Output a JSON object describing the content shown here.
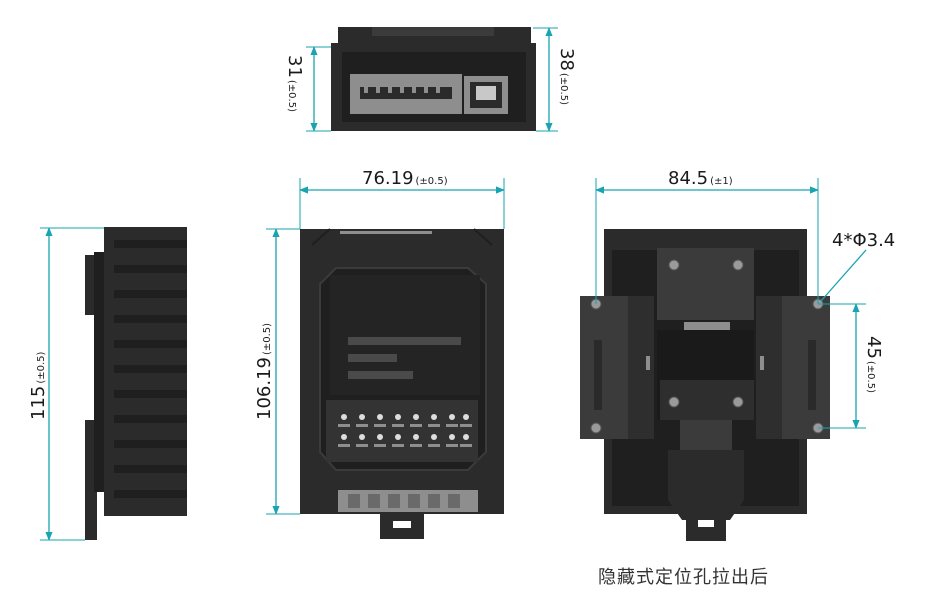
{
  "colors": {
    "body": "#2b2b2b",
    "body_dark": "#1f1f1f",
    "body_light": "#3b3b3b",
    "dimension_line": "#1aa3b0",
    "terminal": "#8e8e8e",
    "text": "#1a1a1a"
  },
  "dimensions": {
    "top_view_left": {
      "value": "31",
      "tolerance": "(±0.5)"
    },
    "top_view_right": {
      "value": "38",
      "tolerance": "(±0.5)"
    },
    "front_width": {
      "value": "76.19",
      "tolerance": "(±0.5)"
    },
    "front_height": {
      "value": "106.19",
      "tolerance": "(±0.5)"
    },
    "side_height": {
      "value": "115",
      "tolerance": "(±0.5)"
    },
    "back_width": {
      "value": "84.5",
      "tolerance": "(±1)"
    },
    "hole_spacing": {
      "value": "45",
      "tolerance": "(±0.5)"
    },
    "hole_callout": "4*Φ3.4"
  },
  "caption": "隐藏式定位孔拉出后"
}
